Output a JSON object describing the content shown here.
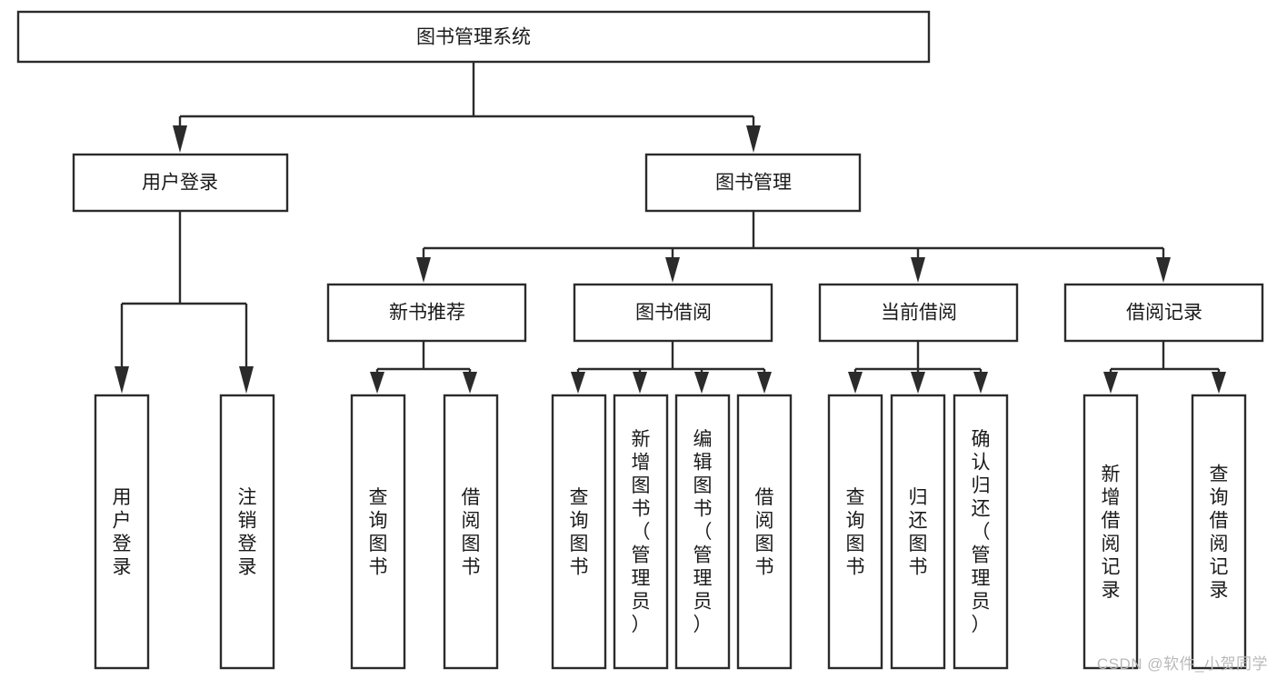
{
  "diagram": {
    "title": "图书管理系统",
    "type": "tree-hierarchy-chart",
    "orientation": "top-down",
    "levels": 4,
    "root": {
      "id": "root",
      "label": "图书管理系统",
      "text_direction": "horizontal"
    },
    "level2": [
      {
        "id": "user-login",
        "label": "用户登录",
        "text_direction": "horizontal"
      },
      {
        "id": "book-manage",
        "label": "图书管理",
        "text_direction": "horizontal"
      }
    ],
    "level3": [
      {
        "id": "new-book-recommend",
        "label": "新书推荐",
        "parent": "book-manage",
        "text_direction": "horizontal"
      },
      {
        "id": "book-borrow",
        "label": "图书借阅",
        "parent": "book-manage",
        "text_direction": "horizontal"
      },
      {
        "id": "current-borrow",
        "label": "当前借阅",
        "parent": "book-manage",
        "text_direction": "horizontal"
      },
      {
        "id": "borrow-record",
        "label": "借阅记录",
        "parent": "book-manage",
        "text_direction": "horizontal"
      }
    ],
    "leaves": [
      {
        "id": "leaf-user-login",
        "label": "用户登录",
        "parent": "user-login",
        "text_direction": "vertical"
      },
      {
        "id": "leaf-logout-login",
        "label": "注销登录",
        "parent": "user-login",
        "text_direction": "vertical"
      },
      {
        "id": "leaf-query-book-1",
        "label": "查询图书",
        "parent": "new-book-recommend",
        "text_direction": "vertical"
      },
      {
        "id": "leaf-borrow-book-1",
        "label": "借阅图书",
        "parent": "new-book-recommend",
        "text_direction": "vertical"
      },
      {
        "id": "leaf-query-book-2",
        "label": "查询图书",
        "parent": "book-borrow",
        "text_direction": "vertical"
      },
      {
        "id": "leaf-add-book",
        "label": "新增图书（管理员）",
        "parent": "book-borrow",
        "text_direction": "vertical"
      },
      {
        "id": "leaf-edit-book",
        "label": "编辑图书（管理员）",
        "parent": "book-borrow",
        "text_direction": "vertical"
      },
      {
        "id": "leaf-borrow-book-2",
        "label": "借阅图书",
        "parent": "book-borrow",
        "text_direction": "vertical"
      },
      {
        "id": "leaf-query-book-3",
        "label": "查询图书",
        "parent": "current-borrow",
        "text_direction": "vertical"
      },
      {
        "id": "leaf-return-book",
        "label": "归还图书",
        "parent": "current-borrow",
        "text_direction": "vertical"
      },
      {
        "id": "leaf-confirm-return",
        "label": "确认归还（管理员）",
        "parent": "current-borrow",
        "text_direction": "vertical"
      },
      {
        "id": "leaf-add-record",
        "label": "新增借阅记录",
        "parent": "borrow-record",
        "text_direction": "vertical"
      },
      {
        "id": "leaf-query-record",
        "label": "查询借阅记录",
        "parent": "borrow-record",
        "text_direction": "vertical"
      }
    ]
  },
  "watermark": {
    "text": "CSDN @软件_小贺同学"
  },
  "colors": {
    "stroke": "#2b2b2b",
    "fill": "#ffffff",
    "text": "#1a1a1a",
    "watermark": "#b9b9b9",
    "background": "#ffffff"
  }
}
